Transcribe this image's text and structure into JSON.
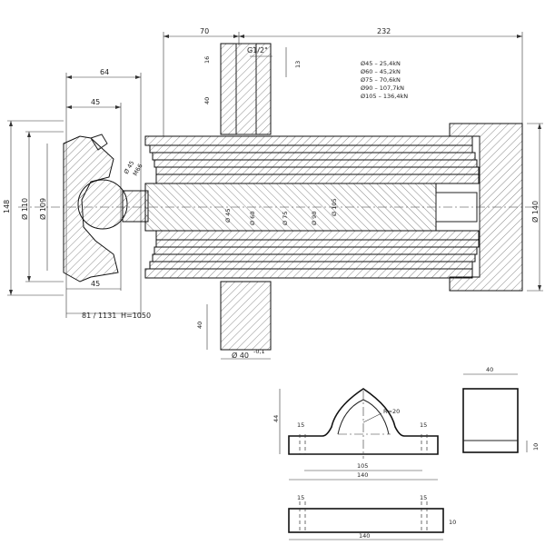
{
  "dimensions": {
    "d70": "70",
    "d232": "232",
    "d64": "64",
    "d45_top": "45",
    "d45_bottom": "45",
    "d16": "16",
    "thread": "G1/2\"",
    "d13": "13",
    "d40_port": "40",
    "d148": "148",
    "d110": "Ø 110",
    "d109": "Ø 109",
    "d140_right": "Ø 140",
    "d40_bottom": "40",
    "bottom_left": "81 / 1131",
    "stroke_h": "H=1050",
    "d40_pin": "Ø 40",
    "pin_tol": "-0,1",
    "ball_dia": "Ø 45",
    "ball_label": "M66"
  },
  "forces": [
    "Ø45 – 25,4kN",
    "Ø60 – 45,2kN",
    "Ø75 – 70,6kN",
    "Ø90 – 107,7kN",
    "Ø105 – 136,4kN"
  ],
  "stage_diameters": [
    "Ø 45",
    "Ø 60",
    "Ø 75",
    "Ø 90",
    "Ø 105"
  ],
  "bracket": {
    "r20": "R=20",
    "h44": "44",
    "w15_left": "15",
    "w15_right": "15",
    "w105": "105",
    "w140": "140",
    "side_w40": "40",
    "side_t10": "10",
    "plan_15_left": "15",
    "plan_15_right": "15",
    "plan_t10": "10",
    "plan_140": "140"
  }
}
